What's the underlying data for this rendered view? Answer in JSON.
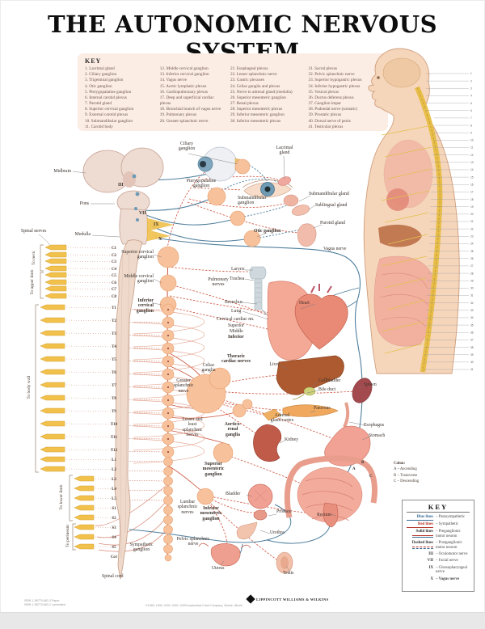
{
  "title": "THE AUTONOMIC NERVOUS SYSTEM",
  "key_top": {
    "heading": "KEY",
    "columns": [
      [
        "1. Lacrimal gland",
        "2. Ciliary ganglion",
        "3. Trigeminal ganglion",
        "4. Otic ganglion",
        "5. Pterygopalatine ganglion",
        "6. Internal carotid plexus",
        "7. Parotid gland",
        "8. Superior cervical ganglion",
        "9. External carotid plexus",
        "10. Submandibular ganglion",
        "11. Carotid body"
      ],
      [
        "12. Middle cervical ganglion",
        "13. Inferior cervical ganglion",
        "14. Vagus nerve",
        "15. Aortic lymphatic plexus",
        "16. Cardiopulmonary plexus",
        "17. Deep and superficial cardiac plexus",
        "18. Bronchial branch of vagus nerve",
        "19. Pulmonary plexus",
        "20. Greater splanchnic nerve"
      ],
      [
        "21. Esophageal plexus",
        "22. Lesser splanchnic nerve",
        "23. Gastric plexuses",
        "24. Celiac ganglia and plexus",
        "25. Nerve to adrenal gland (medulla)",
        "26. Superior mesenteric ganglion",
        "27. Renal plexus",
        "28. Superior mesenteric plexus",
        "29. Inferior mesenteric ganglion",
        "30. Inferior mesenteric plexus"
      ],
      [
        "31. Sacral plexus",
        "32. Pelvic splanchnic nerve",
        "33. Superior hypogastric plexus",
        "34. Inferior hypogastric plexus",
        "35. Vesical plexus",
        "36. Ductus deferens plexus",
        "37. Ganglion impar",
        "38. Pudendal nerve (somatic)",
        "39. Prostatic plexus",
        "40. Dorsal nerve of penis",
        "41. Testicular plexus"
      ]
    ]
  },
  "key_bottom": {
    "heading": "KEY",
    "rows": [
      {
        "term": "Blue lines",
        "def": "– Parasympathetic"
      },
      {
        "term": "Red lines",
        "def": "– Sympathetic"
      },
      {
        "term": "Solid lines",
        "def": "– Preganglionic motor neuron"
      },
      {
        "term": "Dashed lines",
        "def": "– Postganglionic motor neuron"
      },
      {
        "term": "III",
        "def": "– Oculomotor nerve"
      },
      {
        "term": "VII",
        "def": "– Facial nerve"
      },
      {
        "term": "IX",
        "def": "– Glossopharyngeal nerve"
      },
      {
        "term": "X",
        "def": "– Vagus nerve"
      }
    ]
  },
  "colon_legend": {
    "heading": "Colon:",
    "items": [
      "A – Ascending",
      "B – Transverse",
      "C – Descending"
    ],
    "letters": [
      "A",
      "B",
      "C"
    ]
  },
  "spinal_segments": [
    "C1",
    "C2",
    "C3",
    "C4",
    "C5",
    "C6",
    "C7",
    "C8",
    "T1",
    "T2",
    "T3",
    "T4",
    "T5",
    "T6",
    "T7",
    "T8",
    "T9",
    "T10",
    "T11",
    "T12",
    "L1",
    "L2",
    "L3",
    "L4",
    "L5",
    "S1",
    "S2",
    "S3",
    "S4",
    "S5",
    "Co1"
  ],
  "body_figure": {
    "leader_count": 41
  },
  "labels": {
    "spinal_nerves": "Spinal nerves",
    "midbrain": "Midbrain",
    "pons": "Pons",
    "medulla": "Medulla",
    "n3": "III",
    "n7": "VII",
    "n9": "IX",
    "n10": "X",
    "ciliary_ganglion": "Ciliary ganglion",
    "pterygopalatine_ganglion": "Pterygopalatine ganglion",
    "lacrimal_gland": "Lacrimal gland",
    "submandibular_ganglion": "Submandibular ganglion",
    "submandibular_gland": "Submandibular gland",
    "sublingual_gland": "Sublingual gland",
    "otic_ganglion": "Otic ganglion",
    "parotid_gland": "Parotid gland",
    "vagus_nerve": "Vagus nerve",
    "superior_cervical_ganglion": "Superior cervical ganglion",
    "middle_cervical_ganglion": "Middle cervical ganglion",
    "inferior_cervical_ganglion": "Inferior cervical ganglion",
    "pulmonary_nerves": "Pulmonary nerves",
    "larynx": "Larynx",
    "trachea": "Trachea",
    "bronchus": "Bronchus",
    "lung": "Lung",
    "cervical_cardiac": "Cervical cardiac nn.",
    "cc_superior": "Superior",
    "cc_middle": "Middle",
    "cc_inferior": "Inferior",
    "heart": "Heart",
    "thoracic_cardiac_nerves": "Thoracic cardiac nerves",
    "celiac_ganglia": "Celiac ganglia",
    "liver": "Liver",
    "greater_splanchnic": "Greater splanchnic nerve",
    "gallbladder": "Gallbladder",
    "bile_duct": "Bile duct",
    "spleen": "Spleen",
    "pancreas": "Pancreas",
    "lesser_least_splanchnic": "Lesser and least splanchnic nerves",
    "aorticorenal_ganglia": "Aortico- renal ganglia",
    "adrenal_gland_cortex": "Adrenal gland cortex",
    "kidney": "Kidney",
    "esophagus": "Esophagus",
    "stomach": "Stomach",
    "superior_mesenteric_ganglion": "Superior mesenteric ganglion",
    "lumbar_splanchnic": "Lumbar splanchnic nerves",
    "inferior_mesenteric_ganglion": "Inferior mesenteric ganglion",
    "pelvic_splanchnic": "Pelvic splanchnic nerve",
    "sympathetic_ganglion": "Sympathetic ganglion",
    "spinal_cord": "Spinal cord",
    "bladder": "Bladder",
    "prostate": "Prostate",
    "urethra": "Urethra",
    "rectum": "Rectum",
    "uterus": "Uterus",
    "testis": "Testis",
    "to_neck": "To neck",
    "to_upper_limb": "To upper limb",
    "to_body_wall": "To body wall",
    "to_lower_limb": "To lower limb",
    "to_perineum": "To perineum"
  },
  "footer": {
    "code_lines": [
      "ISBN 1-58779-682-3 Paper",
      "ISBN 1-58779-683-1 Laminated"
    ],
    "copyright": "©1986, 1996, 2000, 2002, 2005 Anatomical Chart Company, Skokie, Illinois",
    "publisher": "LIPPINCOTT WILLIAMS & WILKINS"
  },
  "colors": {
    "sympathetic_red": "#c2503e",
    "parasympathetic_blue": "#4f7f9d",
    "ganglion_orange": "#f7c19b",
    "nerve_yellow": "#f2c14b"
  }
}
